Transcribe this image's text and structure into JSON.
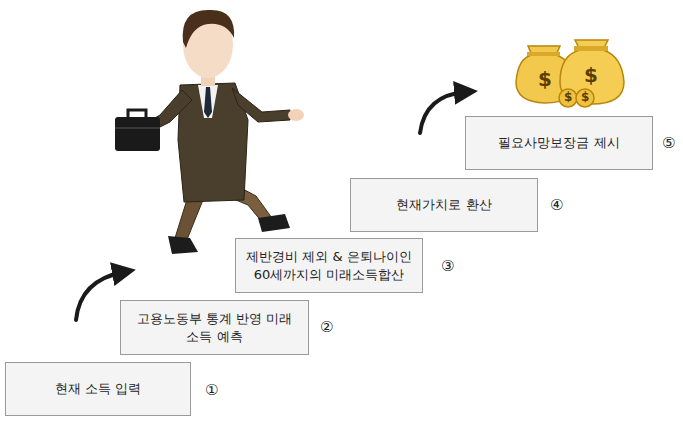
{
  "diagram": {
    "nodes": [
      {
        "text": [
          "현재 소득 입력"
        ]
      },
      {
        "text": [
          "고용노동부 통계 반영 미래 소득 예측"
        ]
      },
      {
        "text": [
          "제반경비 제외 & 은퇴나이인 60세까지의 미래소득합산"
        ]
      },
      {
        "text": [
          "현재가치로 환산"
        ]
      },
      {
        "text": [
          "필요사망보장금 제시"
        ]
      }
    ],
    "labels": [
      "①",
      "②",
      "③",
      "④",
      "⑤",
      "$",
      "$",
      "$",
      "$"
    ]
  }
}
